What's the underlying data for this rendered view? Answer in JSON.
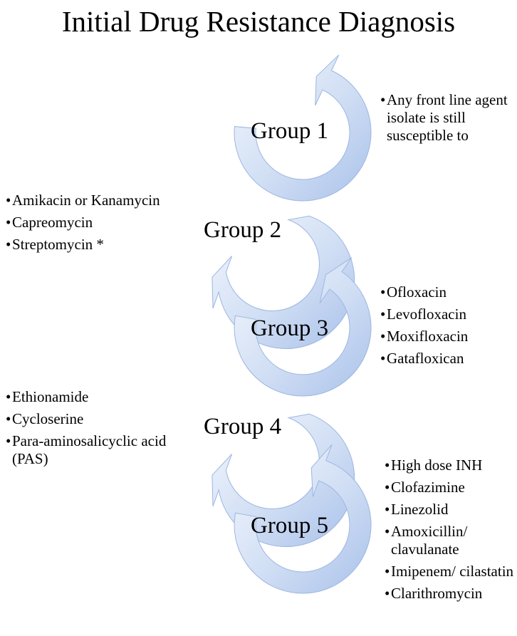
{
  "title": "Initial Drug Resistance Diagnosis",
  "accent_colors": {
    "arrow_light": "#eef3fc",
    "arrow_dark": "#aac2ea",
    "arrow_stroke": "#9db6e0"
  },
  "groups": [
    {
      "label": "Group 1",
      "items": [
        "Any front line agent isolate is still susceptible to"
      ]
    },
    {
      "label": "Group 2",
      "items": [
        "Amikacin or Kanamycin",
        "Capreomycin",
        "Streptomycin *"
      ]
    },
    {
      "label": "Group 3",
      "items": [
        "Ofloxacin",
        "Levofloxacin",
        "Moxifloxacin",
        "Gatafloxican"
      ]
    },
    {
      "label": "Group 4",
      "items": [
        "Ethionamide",
        "Cycloserine",
        "Para-aminosalicyclic acid (PAS)"
      ]
    },
    {
      "label": "Group 5",
      "items": [
        "High dose INH",
        "Clofazimine",
        "Linezolid",
        "Amoxicillin/ clavulanate",
        "Imipenem/ cilastatin",
        "Clarithromycin"
      ]
    }
  ]
}
